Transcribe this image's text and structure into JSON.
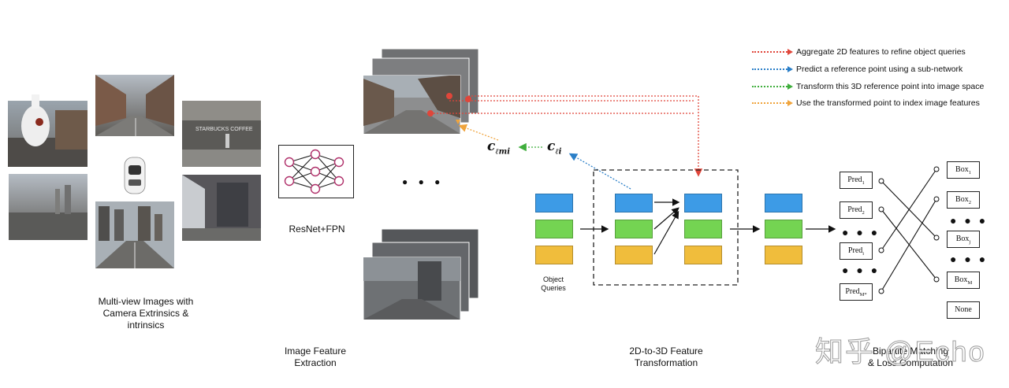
{
  "legend": [
    {
      "text": "Aggregate 2D features to refine object queries",
      "color": "#e0463a"
    },
    {
      "text": "Predict a reference point using a sub-network",
      "color": "#2b7fc8"
    },
    {
      "text": "Transform this 3D reference point into image space",
      "color": "#3fae3c"
    },
    {
      "text": "Use the transformed point to index image features",
      "color": "#f0a43c"
    }
  ],
  "captions": {
    "multiview": "Multi-view Images with\nCamera Extrinsics &\nintrinsics",
    "resnet": "ResNet+FPN",
    "feature_extraction": "Image Feature\nExtraction",
    "object_queries": "Object\nQueries",
    "transformation": "2D-to-3D Feature\nTransformation",
    "matching": "Bipartite Matching\n& Loss Computation"
  },
  "symbols": {
    "c_base": "c",
    "c_lmi_sub": "ℓmi",
    "c_li_sub": "ℓi"
  },
  "preds": [
    {
      "base": "Pred",
      "sub": "1"
    },
    {
      "base": "Pred",
      "sub": "2"
    },
    {
      "base": "Pred",
      "sub": "i"
    },
    {
      "base": "Pred",
      "sub": "M*"
    }
  ],
  "boxes": [
    {
      "base": "Box",
      "sub": "1"
    },
    {
      "base": "Box",
      "sub": "2"
    },
    {
      "base": "Box",
      "sub": "j"
    },
    {
      "base": "Box",
      "sub": "M"
    },
    {
      "base": "None",
      "sub": ""
    }
  ],
  "ellipsis": "● ● ●",
  "photo_signs": {
    "storefront": "STARBUCKS COFFEE"
  },
  "watermark": "知乎 @Echo",
  "colors": {
    "blue": "#3d9be6",
    "green": "#74d452",
    "yellow": "#f0bd3c"
  }
}
